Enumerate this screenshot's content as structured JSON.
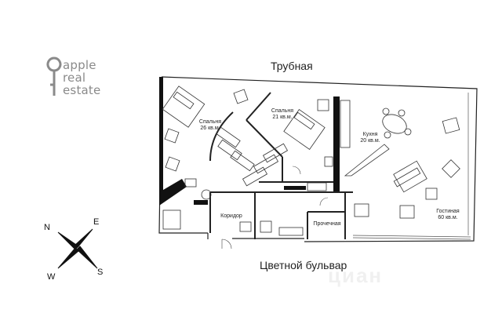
{
  "logo": {
    "lines": [
      "apple",
      "real",
      "estate"
    ]
  },
  "streets": {
    "top": "Трубная",
    "bottom": "Цветной бульвар"
  },
  "rooms": {
    "bedroom1": {
      "name": "Спальня",
      "area": "26 кв.м."
    },
    "bedroom2": {
      "name": "Спальня",
      "area": "21 кв.м."
    },
    "kitchen": {
      "name": "Кухня",
      "area": "20 кв.м."
    },
    "living": {
      "name": "Гостиная",
      "area": "60 кв.м."
    },
    "corridor": {
      "name": "Коридор"
    },
    "laundry": {
      "name": "Прочечная"
    }
  },
  "compass": {
    "n": "N",
    "e": "E",
    "s": "S",
    "w": "W"
  },
  "watermark": {
    "text": "циан"
  },
  "colors": {
    "wall": "#111111",
    "thin": "#333333",
    "logo": "#8a8a8a"
  }
}
